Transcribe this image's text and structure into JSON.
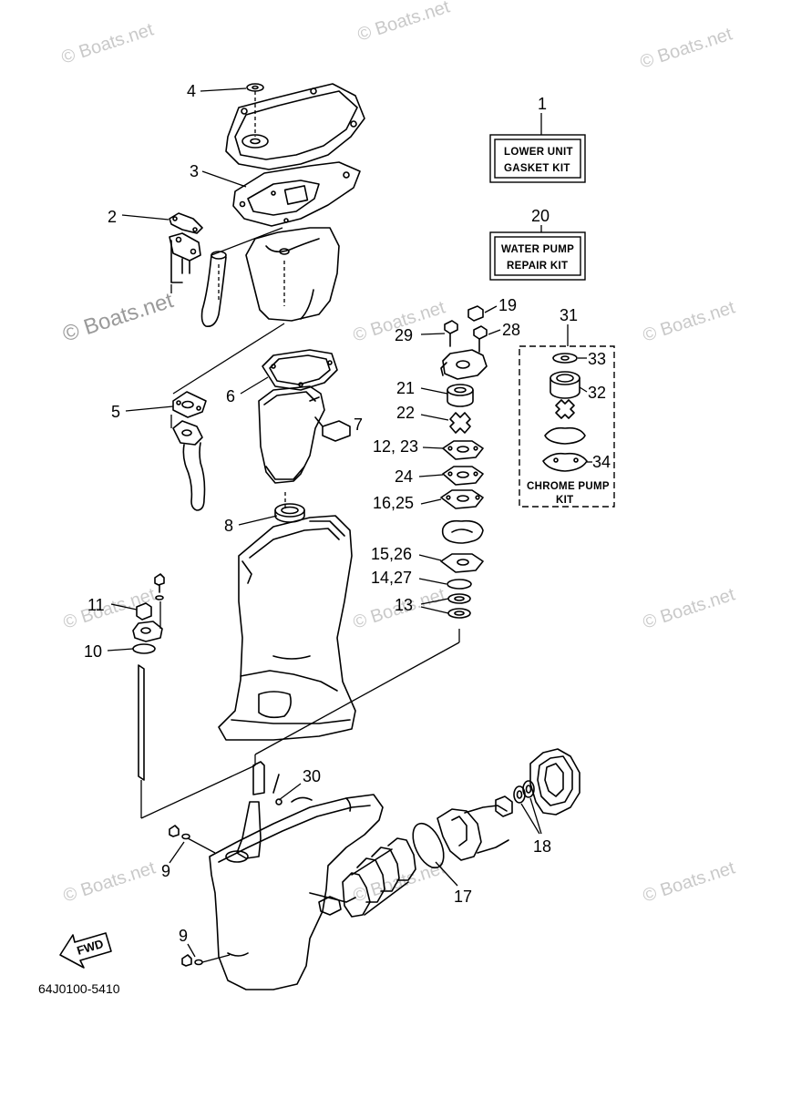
{
  "watermark": "© Boats.net",
  "kits": {
    "lower_unit": {
      "number": "1",
      "line1": "LOWER UNIT",
      "line2": "GASKET KIT"
    },
    "water_pump": {
      "number": "20",
      "line1": "WATER PUMP",
      "line2": "REPAIR KIT"
    },
    "chrome_pump": {
      "number": "31",
      "line1": "CHROME PUMP",
      "line2": "KIT"
    }
  },
  "labels": {
    "p2": "2",
    "p3": "3",
    "p4": "4",
    "p5": "5",
    "p6": "6",
    "p7": "7",
    "p8": "8",
    "p9a": "9",
    "p9b": "9",
    "p10": "10",
    "p11": "11",
    "p13": "13",
    "p14_27": "14,27",
    "p15_26": "15,26",
    "p16_25": "16,25",
    "p17": "17",
    "p18": "18",
    "p19": "19",
    "p21": "21",
    "p22": "22",
    "p12_23": "12, 23",
    "p24": "24",
    "p28": "28",
    "p29": "29",
    "p30": "30",
    "p32": "32",
    "p33": "33",
    "p34": "34"
  },
  "fwd": "FWD",
  "diagram_code": "64J0100-5410"
}
